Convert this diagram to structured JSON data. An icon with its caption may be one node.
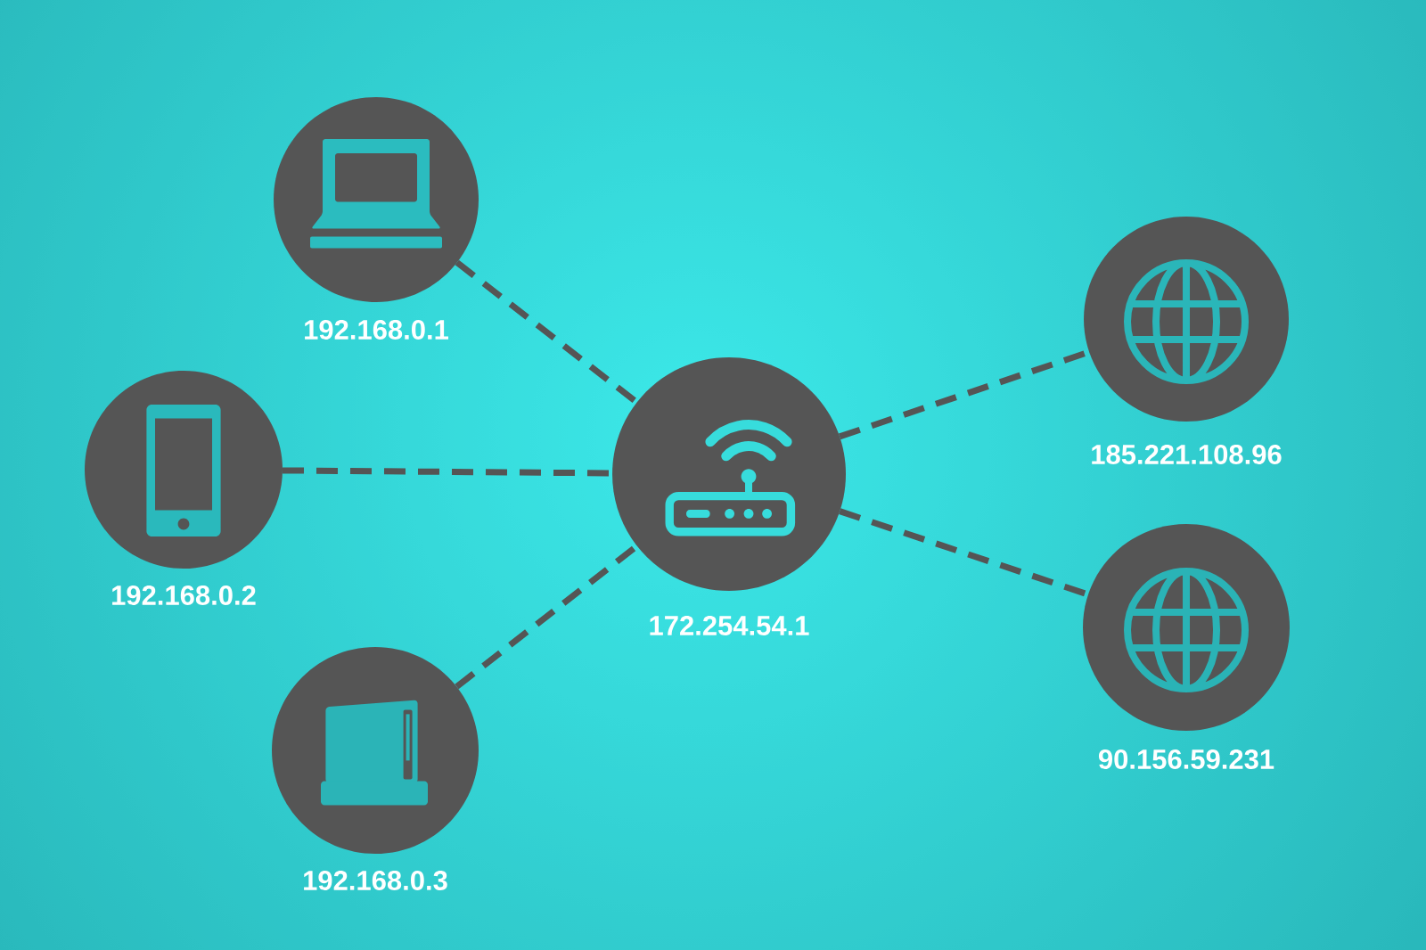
{
  "diagram": {
    "nodes": [
      {
        "text": [
          "192.168.0.1"
        ]
      },
      {
        "text": [
          "192.168.0.2"
        ]
      },
      {
        "text": [
          "192.168.0.3"
        ]
      },
      {
        "text": [
          "172.254.54.1"
        ]
      },
      {
        "text": [
          "185.221.108.96"
        ]
      },
      {
        "text": [
          "90.156.59.231"
        ]
      }
    ],
    "edges": [
      {
        "from": 0,
        "to": 3,
        "arrow": "none",
        "style": "dashed"
      },
      {
        "from": 1,
        "to": 3,
        "arrow": "none",
        "style": "dashed"
      },
      {
        "from": 2,
        "to": 3,
        "arrow": "none",
        "style": "dashed"
      },
      {
        "from": 3,
        "to": 4,
        "arrow": "none",
        "style": "dashed"
      },
      {
        "from": 3,
        "to": 5,
        "arrow": "none",
        "style": "dashed"
      }
    ]
  }
}
